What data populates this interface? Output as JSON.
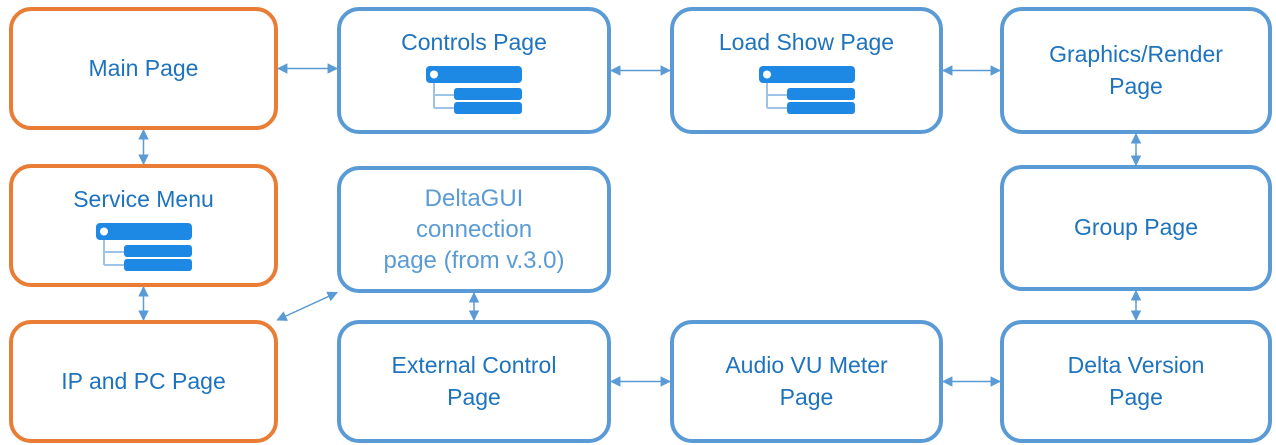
{
  "diagram": {
    "accent_orange": "#e97d35",
    "accent_blue": "#5b9bd5",
    "text_blue": "#1e73be",
    "nodes": {
      "main": {
        "label": "Main Page"
      },
      "service": {
        "label": "Service Menu",
        "icon": "menu-tree-icon"
      },
      "ip_pc": {
        "label": "IP and PC Page"
      },
      "controls": {
        "label": "Controls Page",
        "icon": "menu-tree-icon"
      },
      "deltagui": {
        "label": "DeltaGUI\nconnection\npage (from v.3.0)"
      },
      "external": {
        "label": "External Control\nPage"
      },
      "load_show": {
        "label": "Load Show Page",
        "icon": "menu-tree-icon"
      },
      "audio_vu": {
        "label": "Audio VU Meter\nPage"
      },
      "graphics": {
        "label": "Graphics/Render\nPage"
      },
      "group": {
        "label": "Group Page"
      },
      "delta_version": {
        "label": "Delta Version\nPage"
      }
    },
    "edges": [
      {
        "from": "main",
        "to": "controls",
        "style": "bidirectional"
      },
      {
        "from": "controls",
        "to": "load_show",
        "style": "bidirectional"
      },
      {
        "from": "load_show",
        "to": "graphics",
        "style": "bidirectional"
      },
      {
        "from": "main",
        "to": "service",
        "style": "bidirectional"
      },
      {
        "from": "service",
        "to": "ip_pc",
        "style": "bidirectional"
      },
      {
        "from": "deltagui",
        "to": "ip_pc",
        "style": "bidirectional"
      },
      {
        "from": "deltagui",
        "to": "external",
        "style": "bidirectional"
      },
      {
        "from": "graphics",
        "to": "group",
        "style": "bidirectional"
      },
      {
        "from": "group",
        "to": "delta_version",
        "style": "bidirectional"
      },
      {
        "from": "external",
        "to": "audio_vu",
        "style": "bidirectional"
      },
      {
        "from": "audio_vu",
        "to": "delta_version",
        "style": "bidirectional"
      }
    ]
  }
}
